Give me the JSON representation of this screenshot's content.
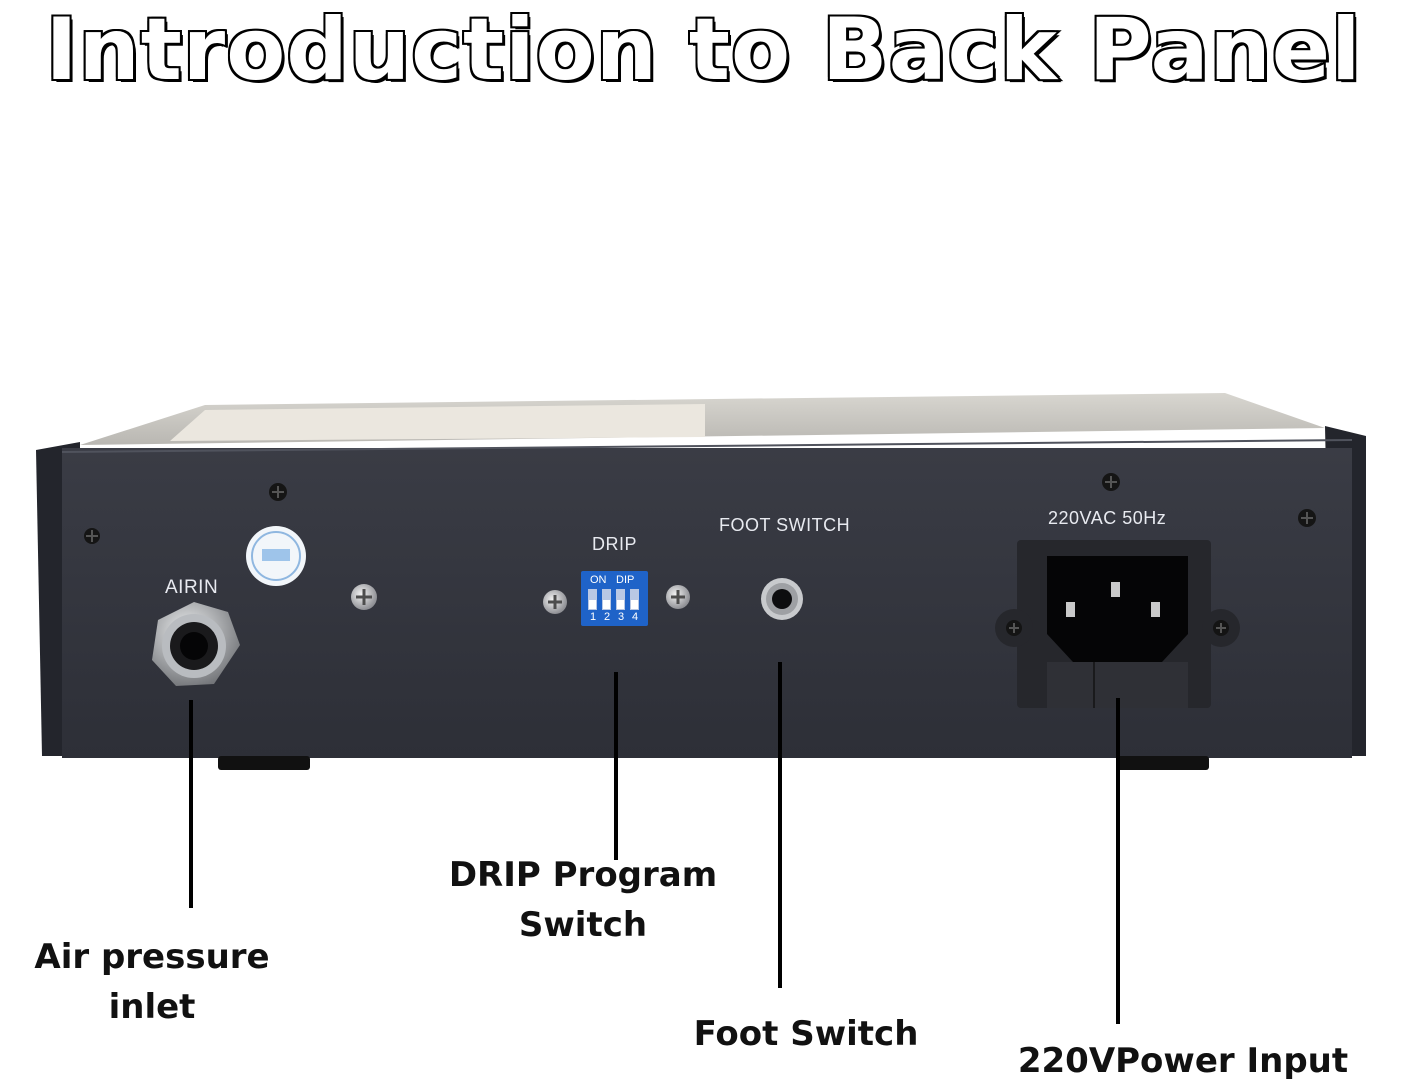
{
  "title": "Introduction to Back Panel",
  "panel": {
    "airin_label": "AIRIN",
    "drip_label": "DRIP",
    "dip_on": "ON",
    "dip_name": "DIP",
    "dip_numbers": [
      "1",
      "2",
      "3",
      "4"
    ],
    "foot_label": "FOOT SWITCH",
    "power_label": "220VAC 50Hz"
  },
  "callouts": {
    "air_line1": "Air pressure",
    "air_line2": "inlet",
    "drip_line1": "DRIP Program",
    "drip_line2": "Switch",
    "foot": "Foot Switch",
    "power": "220VPower Input"
  },
  "colors": {
    "panel": "#34363f",
    "dip_blue": "#1f63c8",
    "line": "#000000"
  }
}
